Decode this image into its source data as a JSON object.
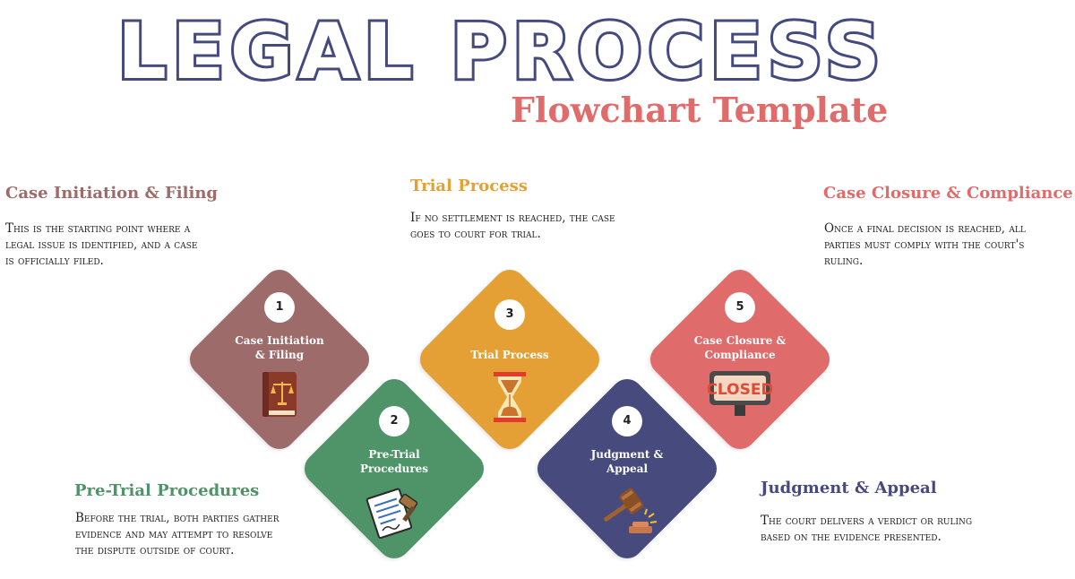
{
  "header": {
    "title": "LEGAL PROCESS",
    "subtitle": "Flowchart Template"
  },
  "colors": {
    "title": "#454a7e",
    "subtitle": "#e06b6b",
    "step1": "#9e6b6b",
    "step2": "#4e9468",
    "step3": "#e5a035",
    "step4": "#474a7c",
    "step5": "#e06b6b"
  },
  "steps": [
    {
      "number": "1",
      "node_label": "Case Initiation & Filing",
      "heading": "Case Initiation & Filing",
      "description": "This is the starting point where a legal issue is identified, and a case is officially filed.",
      "icon": "law-book-icon"
    },
    {
      "number": "2",
      "node_label": "Pre-Trial Procedures",
      "heading": "Pre-Trial Procedures",
      "description": "Before the trial, both parties gather evidence and may attempt to resolve the dispute outside of court.",
      "icon": "document-stamp-icon"
    },
    {
      "number": "3",
      "node_label": "Trial Process",
      "heading": "Trial Process",
      "description": "If no settlement is reached, the case goes to court for trial.",
      "icon": "hourglass-icon"
    },
    {
      "number": "4",
      "node_label": "Judgment & Appeal",
      "heading": "Judgment & Appeal",
      "description": "The court delivers a verdict or ruling based on the evidence presented.",
      "icon": "gavel-icon"
    },
    {
      "number": "5",
      "node_label": "Case Closure & Compliance",
      "heading": "Case Closure & Compliance",
      "description": "Once a final decision is reached, all parties must comply with the court's ruling.",
      "icon": "closed-sign-icon"
    }
  ],
  "closed_sign_text": "CLOSED"
}
